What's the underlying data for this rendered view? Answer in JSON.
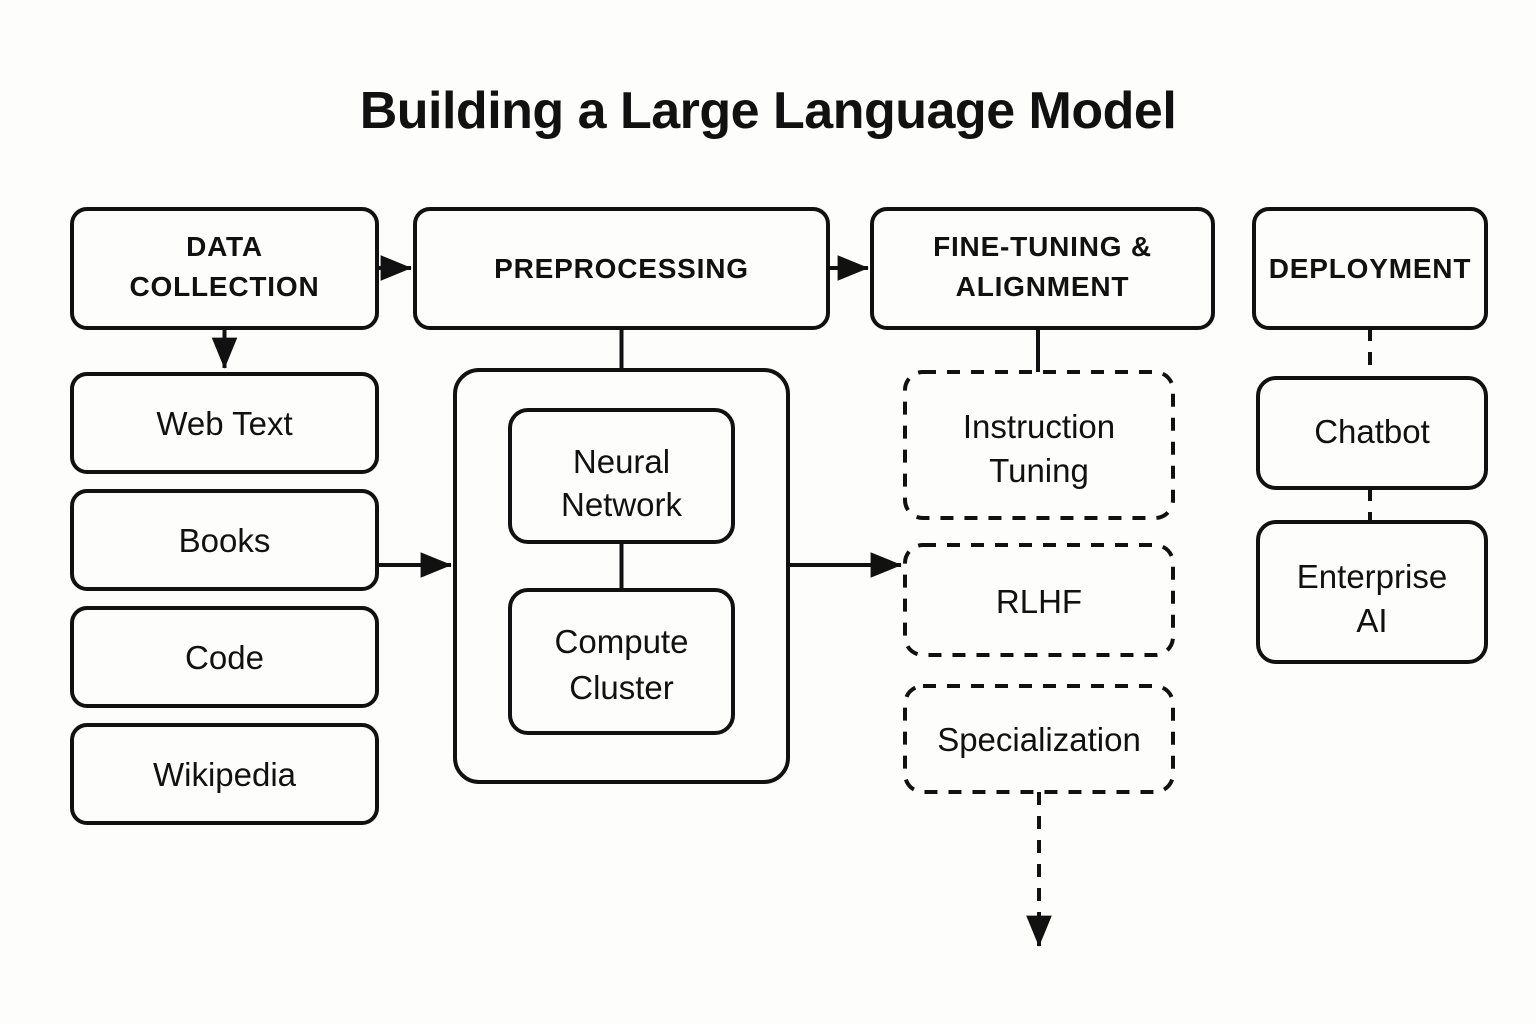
{
  "page": {
    "title": "Building a Large Language Model",
    "background_color": "#fdfdfb",
    "ink_color": "#111111"
  },
  "columns": {
    "data_collection": {
      "header": "DATA COLLECTION",
      "header_line1": "DATA",
      "header_line2": "COLLECTION",
      "items": [
        {
          "label": "Web Text"
        },
        {
          "label": "Books"
        },
        {
          "label": "Code"
        },
        {
          "label": "Wikipedia"
        }
      ]
    },
    "preprocessing": {
      "header": "PREPROCESSING",
      "group_label": "",
      "items": [
        {
          "label": "Neural Network",
          "line1": "Neural",
          "line2": "Network"
        },
        {
          "label": "Compute Cluster",
          "line1": "Compute",
          "line2": "Cluster"
        }
      ]
    },
    "fine_tuning": {
      "header": "FINE-TUNING & ALIGNMENT",
      "header_line1": "FINE-TUNING &",
      "header_line2": "ALIGNMENT",
      "items": [
        {
          "label": "Instruction Tuning",
          "line1": "Instruction",
          "line2": "Tuning",
          "style": "dashed"
        },
        {
          "label": "RLHF",
          "line1": "RLHF",
          "line2": "",
          "style": "dashed"
        },
        {
          "label": "Specialization",
          "line1": "Specialization",
          "line2": "",
          "style": "dashed"
        }
      ]
    },
    "deployment": {
      "header": "DEPLOYMENT",
      "items": [
        {
          "label": "Chatbot",
          "line1": "Chatbot",
          "line2": ""
        },
        {
          "label": "Enterprise AI",
          "line1": "Enterprise",
          "line2": "AI"
        }
      ]
    }
  },
  "connectors": [
    {
      "name": "data-collection-to-preprocessing",
      "style": "solid",
      "arrow": true
    },
    {
      "name": "data-collection-to-web-text",
      "style": "solid",
      "arrow": true
    },
    {
      "name": "books-to-training-group",
      "style": "solid",
      "arrow": true
    },
    {
      "name": "preprocessing-to-training-group",
      "style": "solid",
      "arrow": false
    },
    {
      "name": "preprocessing-to-fine-tuning",
      "style": "solid",
      "arrow": true
    },
    {
      "name": "neural-network-to-compute-cluster",
      "style": "solid",
      "arrow": false
    },
    {
      "name": "training-group-to-rlhf",
      "style": "solid",
      "arrow": true
    },
    {
      "name": "fine-tuning-to-instruction-tuning",
      "style": "solid",
      "arrow": false
    },
    {
      "name": "specialization-to-output",
      "style": "dashed",
      "arrow": true
    },
    {
      "name": "deployment-to-chatbot",
      "style": "dashed",
      "arrow": false
    },
    {
      "name": "chatbot-to-enterprise-ai",
      "style": "dashed",
      "arrow": false
    }
  ]
}
